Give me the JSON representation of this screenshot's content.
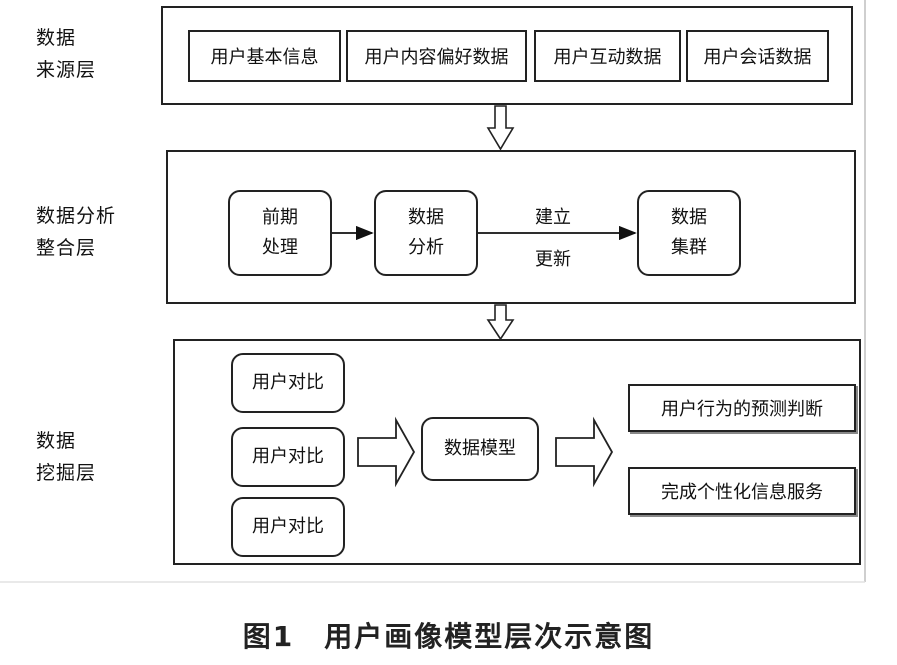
{
  "layers": {
    "source": {
      "label_line1": "数据",
      "label_line2": "来源层",
      "boxes": [
        "用户基本信息",
        "用户内容偏好数据",
        "用户互动数据",
        "用户会话数据"
      ]
    },
    "analysis": {
      "label_line1": "数据分析",
      "label_line2": "整合层",
      "preprocess": [
        "前期",
        "处理"
      ],
      "analyze": [
        "数据",
        "分析"
      ],
      "cluster": [
        "数据",
        "集群"
      ],
      "edge_label_top": "建立",
      "edge_label_bottom": "更新"
    },
    "mining": {
      "label_line1": "数据",
      "label_line2": "挖掘层",
      "compare_boxes": [
        "用户对比",
        "用户对比",
        "用户对比"
      ],
      "model": "数据模型",
      "outputs": [
        "用户行为的预测判断",
        "完成个性化信息服务"
      ]
    }
  },
  "caption": "图1　用户画像模型层次示意图"
}
